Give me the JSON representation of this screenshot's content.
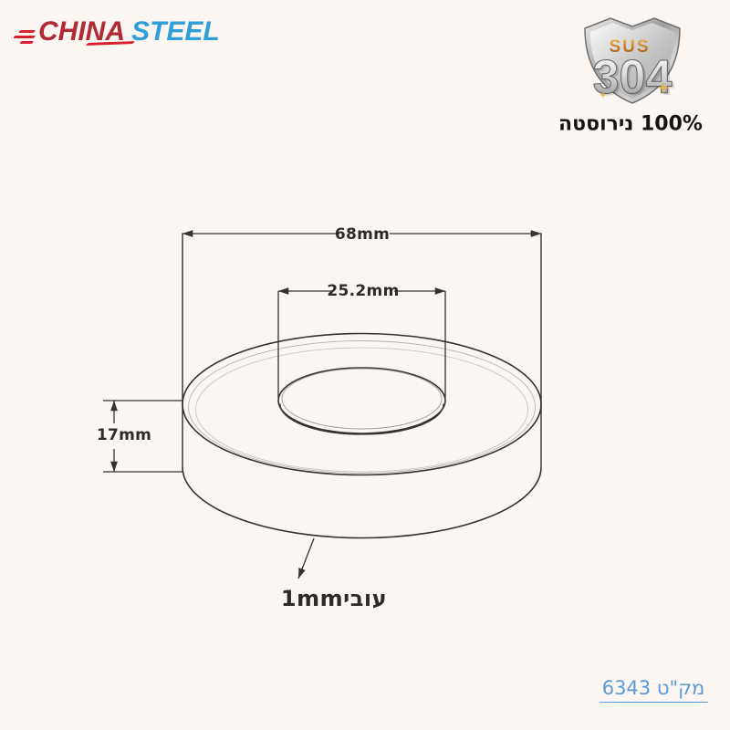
{
  "background": "#fcf6f3",
  "logo": {
    "brand_part1": "CHINA",
    "brand_part2": "STEEL",
    "color_part1": "#b02a33",
    "color_part2": "#2f9fd8",
    "speed_lines_color": "#d6202c"
  },
  "badge": {
    "shield_top_label": "SUS",
    "shield_grade": "304",
    "caption": "100% נירוסטה",
    "gold_color": "#c8832a",
    "silver_color": "#b9b9b9"
  },
  "drawing": {
    "outer_diameter_label": "68mm",
    "hole_diameter_label": "25.2mm",
    "height_label": "17mm",
    "thickness_label": "עובי1mm",
    "line_color": "#333333"
  },
  "footer": {
    "sku_label": "מק\"ט 6343",
    "link_color": "#5b9bd5"
  }
}
